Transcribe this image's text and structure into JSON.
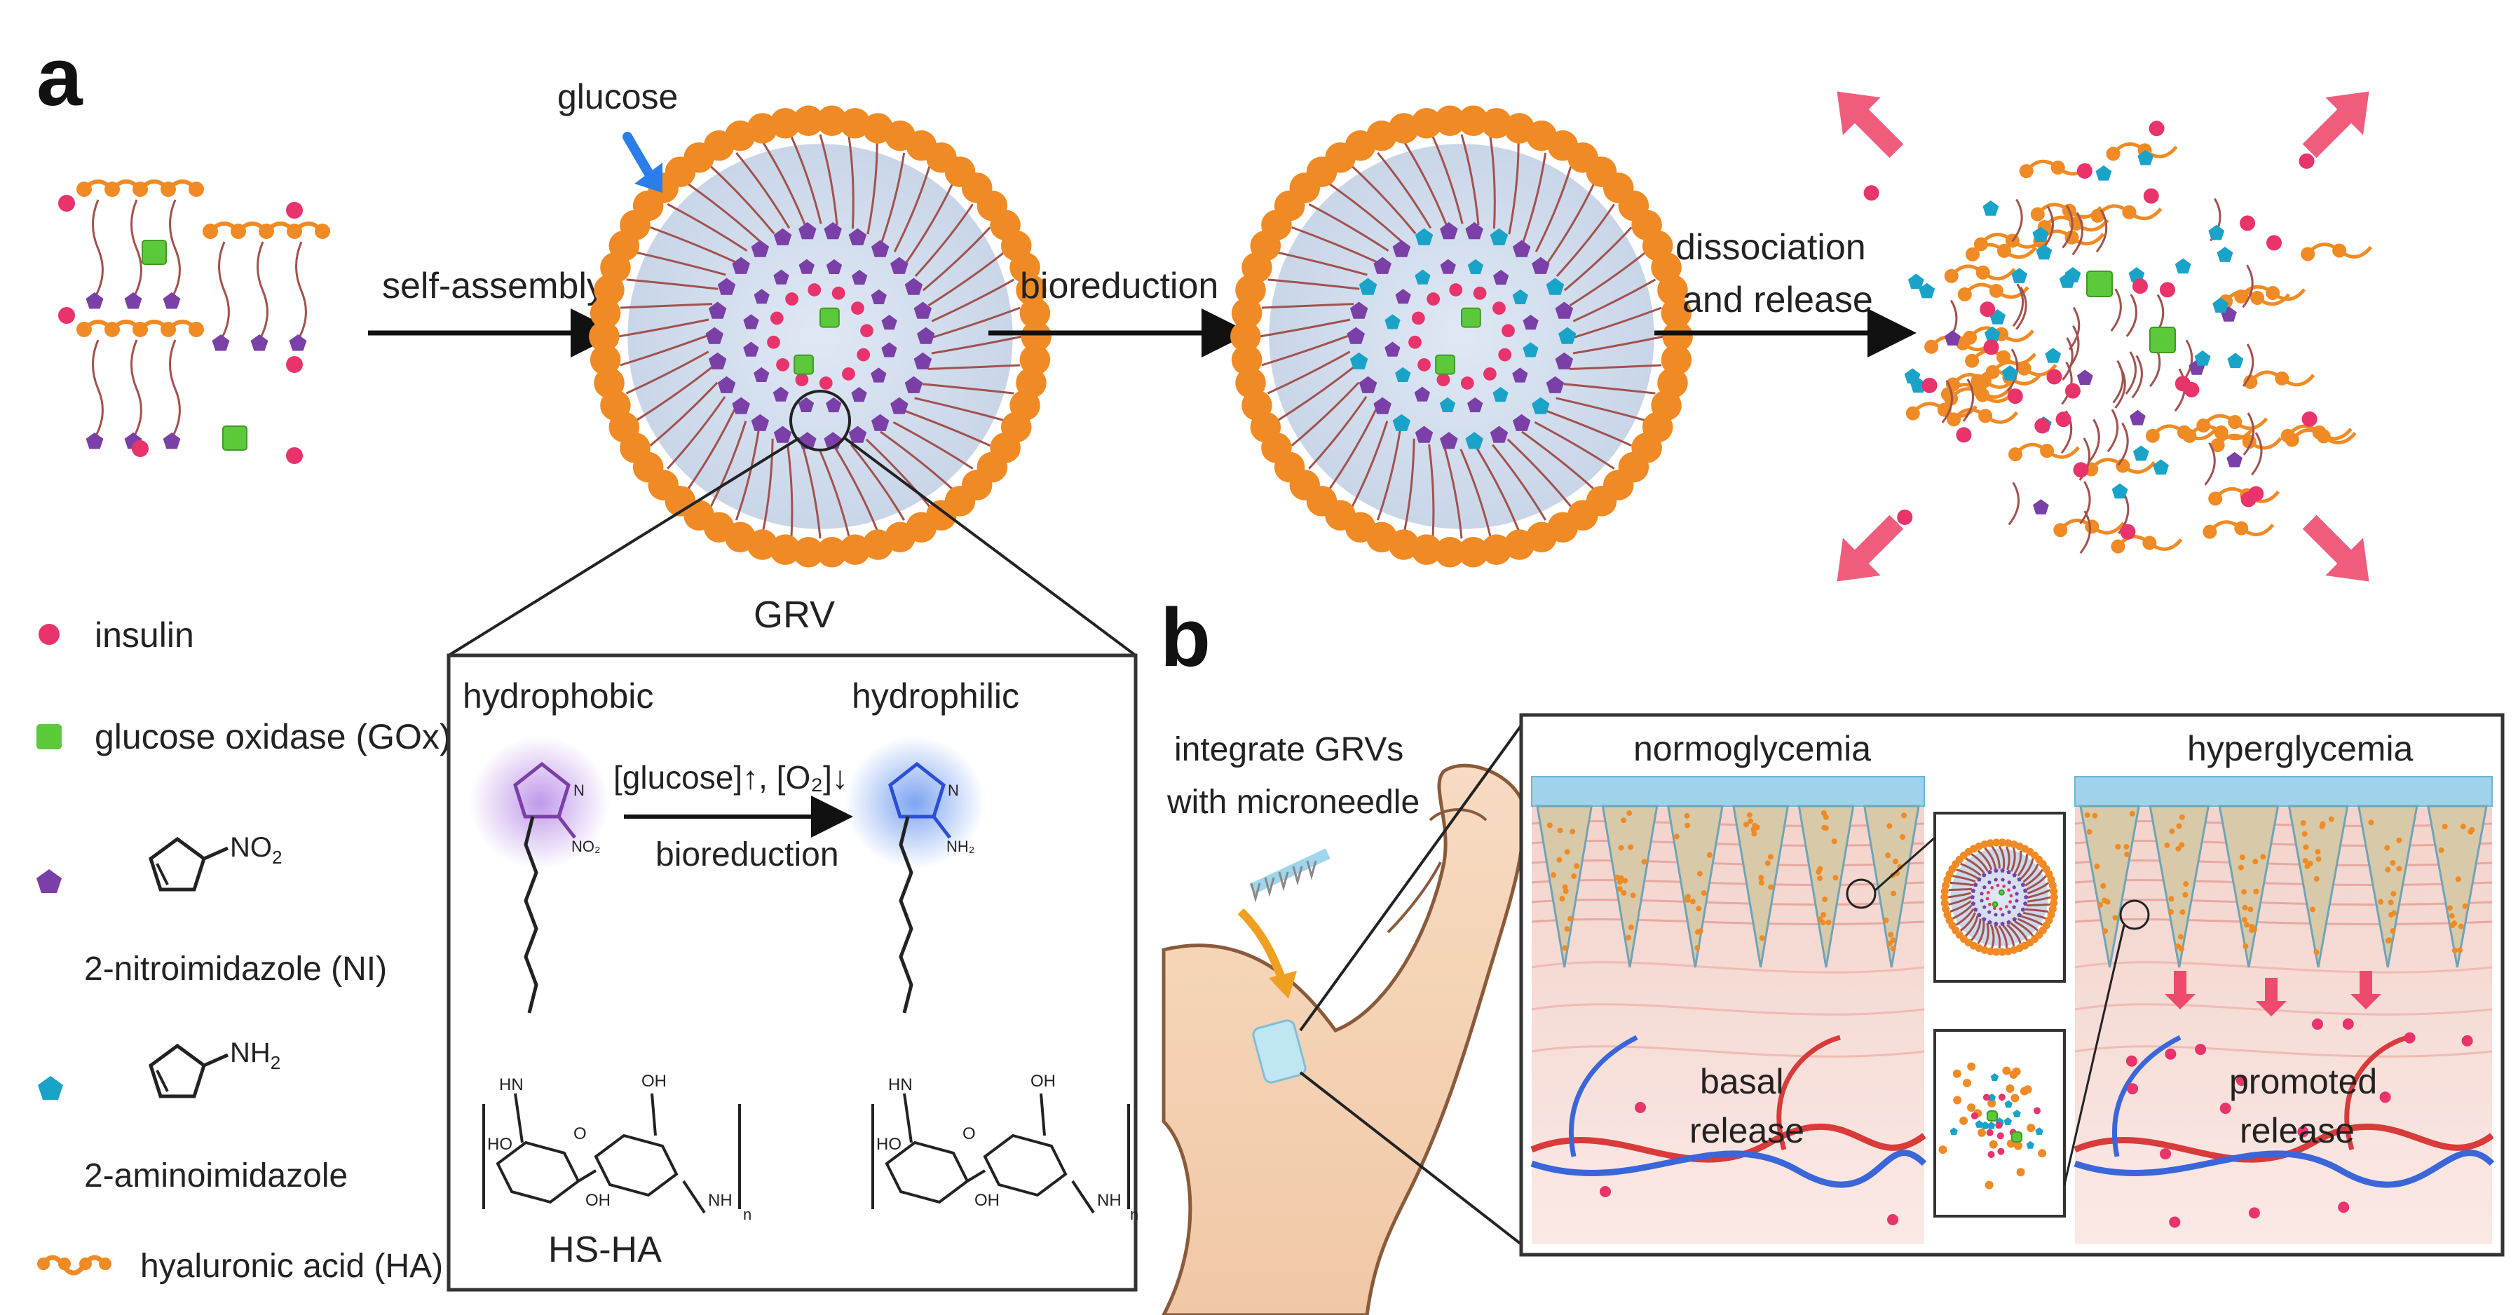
{
  "panels": {
    "a": "a",
    "b": "b"
  },
  "process": {
    "glucose": "glucose",
    "self_assembly": "self-assembly",
    "bioreduction": "bioreduction",
    "dissociation_line1": "dissociation",
    "dissociation_line2": "and release",
    "grv": "GRV"
  },
  "legend": {
    "insulin": "insulin",
    "gox": "glucose oxidase (GOx)",
    "no2": "NO",
    "no2_sub": "2",
    "ni": "2-nitroimidazole (NI)",
    "nh2": "NH",
    "nh2_sub": "2",
    "ai": "2-aminoimidazole",
    "ha": "hyaluronic acid (HA)"
  },
  "chem": {
    "hydrophobic": "hydrophobic",
    "hydrophilic": "hydrophilic",
    "condition": "[glucose]↑, [O₂]↓",
    "bioreduction": "bioreduction",
    "hs_ha": "HS-HA",
    "atom_n": "N",
    "atom_hn": "HN",
    "atom_oh": "OH",
    "atom_ho": "HO",
    "atom_o": "O",
    "atom_nh": "NH",
    "atom_no2": "NO₂",
    "atom_nh2": "NH₂",
    "atom_n_sub": "n"
  },
  "panel_b": {
    "integrate_line1": "integrate GRVs",
    "integrate_line2": "with microneedle",
    "normoglycemia": "normoglycemia",
    "hyperglycemia": "hyperglycemia",
    "basal_line1": "basal",
    "basal_line2": "release",
    "promoted_line1": "promoted",
    "promoted_line2": "release"
  },
  "colors": {
    "insulin": "#e8336b",
    "gox": "#5cc93a",
    "ni": "#7b3fa8",
    "ai": "#1aa3c9",
    "ha": "#f08a24",
    "arrow_red": "#ee4a6e",
    "glucose_arrow": "#2b7de9"
  }
}
